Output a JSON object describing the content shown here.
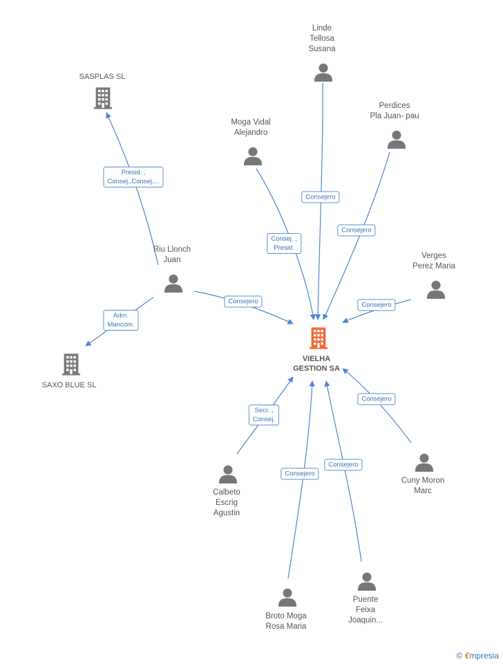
{
  "colors": {
    "edge": "#4a86d0",
    "person": "#777777",
    "company": "#7a7a7a",
    "center": "#f06a35"
  },
  "center": {
    "name_line1": "VIELHA",
    "name_line2": "GESTION SA",
    "icon": "building-icon"
  },
  "companies": [
    {
      "id": "sasplas",
      "name": "SASPLAS SL",
      "icon": "building-icon"
    },
    {
      "id": "saxo",
      "name": "SAXO BLUE SL",
      "icon": "building-icon"
    }
  ],
  "people": [
    {
      "id": "linde",
      "lines": [
        "Linde",
        "Tellosa",
        "Susana"
      ],
      "icon": "person-icon"
    },
    {
      "id": "perdices",
      "lines": [
        "Perdices",
        "Pla Juan- pau"
      ],
      "icon": "person-icon"
    },
    {
      "id": "moga",
      "lines": [
        "Moga Vidal",
        "Alejandro"
      ],
      "icon": "person-icon"
    },
    {
      "id": "riu",
      "lines": [
        "Riu Llonch",
        "Juan"
      ],
      "icon": "person-icon"
    },
    {
      "id": "verges",
      "lines": [
        "Verges",
        "Perez Maria"
      ],
      "icon": "person-icon"
    },
    {
      "id": "calbeto",
      "lines": [
        "Calbeto",
        "Escrig",
        "Agustin"
      ],
      "icon": "person-icon"
    },
    {
      "id": "broto",
      "lines": [
        "Broto Moga",
        "Rosa Maria"
      ],
      "icon": "person-icon"
    },
    {
      "id": "puente",
      "lines": [
        "Puente",
        "Feixa",
        "Joaquin..."
      ],
      "icon": "person-icon"
    },
    {
      "id": "cuny",
      "lines": [
        "Cuny Moron",
        "Marc"
      ],
      "icon": "person-icon"
    }
  ],
  "edges": [
    {
      "id": "linde-center",
      "lines": [
        "Consejero"
      ]
    },
    {
      "id": "perdices-center",
      "lines": [
        "Consejero"
      ]
    },
    {
      "id": "moga-center",
      "lines": [
        "Consej. ,",
        "Presid."
      ]
    },
    {
      "id": "riu-center",
      "lines": [
        "Consejero"
      ]
    },
    {
      "id": "verges-center",
      "lines": [
        "Consejero"
      ]
    },
    {
      "id": "riu-sasplas",
      "lines": [
        "Presid. ,",
        "Consej.,Consej...."
      ]
    },
    {
      "id": "riu-saxo",
      "lines": [
        "Adm.",
        "Mancom."
      ]
    },
    {
      "id": "calbeto-center",
      "lines": [
        "Secr. ,",
        "Consej."
      ]
    },
    {
      "id": "broto-center",
      "lines": [
        "Consejero"
      ]
    },
    {
      "id": "puente-center",
      "lines": [
        "Consejero"
      ]
    },
    {
      "id": "cuny-center",
      "lines": [
        "Consejero"
      ]
    }
  ],
  "brand": {
    "copyright": "©",
    "e": "€",
    "name": "mpresia"
  }
}
